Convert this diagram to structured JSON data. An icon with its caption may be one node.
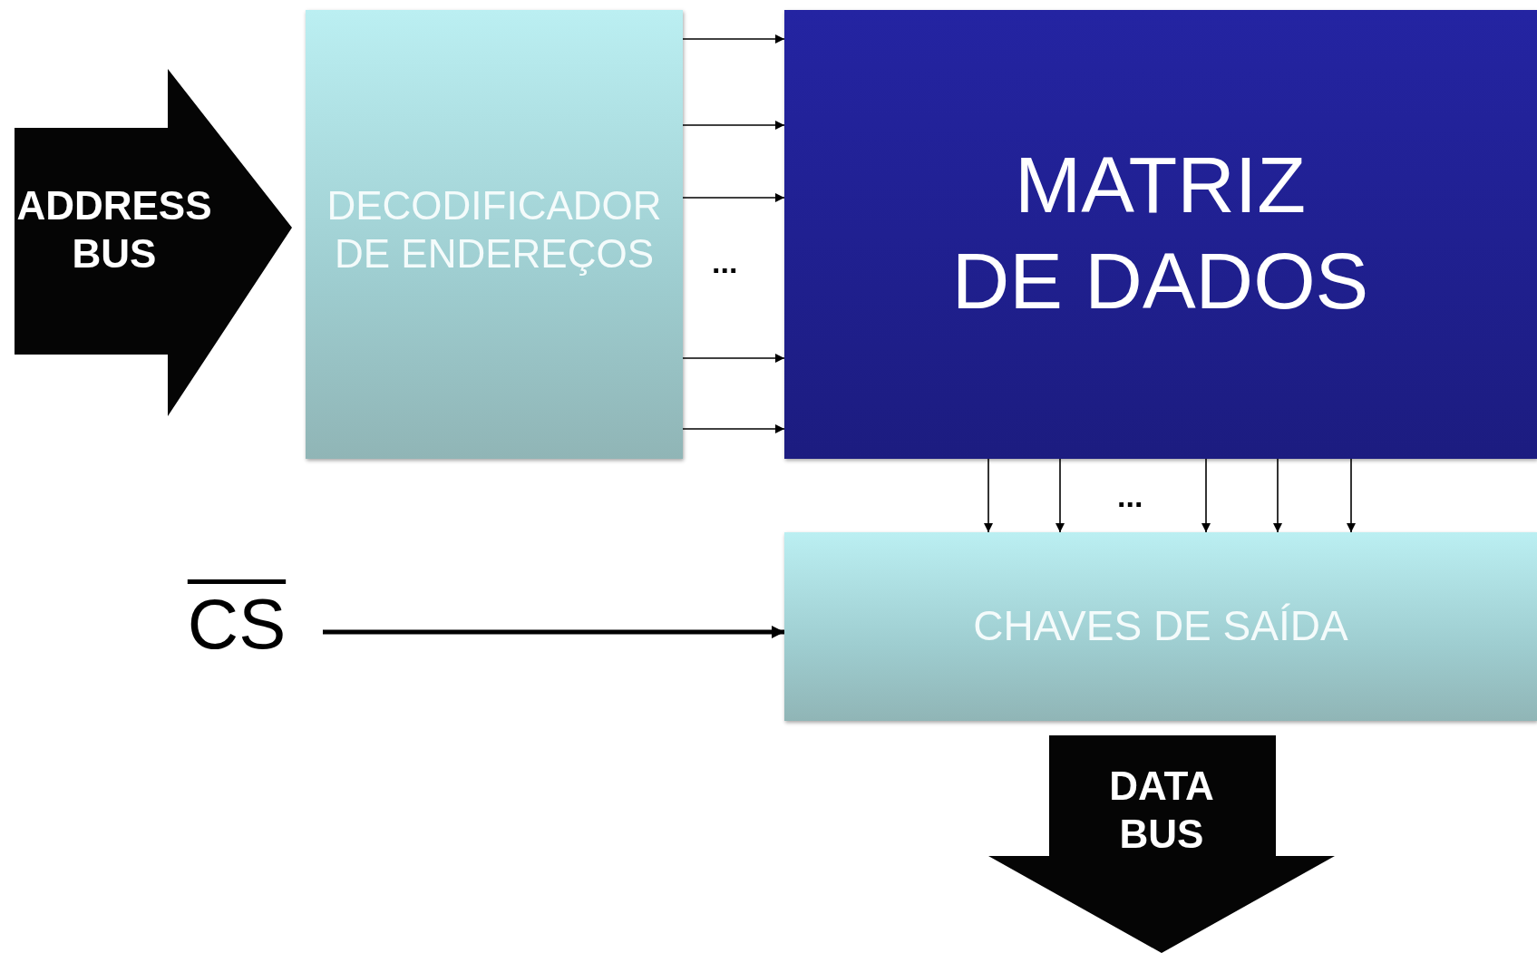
{
  "diagram": {
    "nodes": [
      {
        "text": [
          "ADDRESS BUS"
        ]
      },
      {
        "text": [
          "DECODIFICADOR DE ENDEREÇOS"
        ]
      },
      {
        "text": [
          "MATRIZ DE DADOS"
        ]
      },
      {
        "text": [
          "CHAVES DE SAÍDA"
        ]
      },
      {
        "text": [
          "CS"
        ]
      },
      {
        "text": [
          "DATA BUS"
        ]
      }
    ],
    "edges": [
      {
        "from": 1,
        "to": 2,
        "arrow": "to"
      },
      {
        "from": 1,
        "to": 2,
        "arrow": "to"
      },
      {
        "from": 1,
        "to": 2,
        "arrow": "to"
      },
      {
        "from": 1,
        "to": 2,
        "arrow": "to"
      },
      {
        "from": 1,
        "to": 2,
        "arrow": "to"
      },
      {
        "from": 2,
        "to": 3,
        "arrow": "to"
      },
      {
        "from": 2,
        "to": 3,
        "arrow": "to"
      },
      {
        "from": 2,
        "to": 3,
        "arrow": "to"
      },
      {
        "from": 2,
        "to": 3,
        "arrow": "to"
      },
      {
        "from": 2,
        "to": 3,
        "arrow": "to"
      },
      {
        "from": 4,
        "to": 3,
        "arrow": "to",
        "style": "thick"
      }
    ],
    "labels": [
      "...",
      "..."
    ]
  }
}
